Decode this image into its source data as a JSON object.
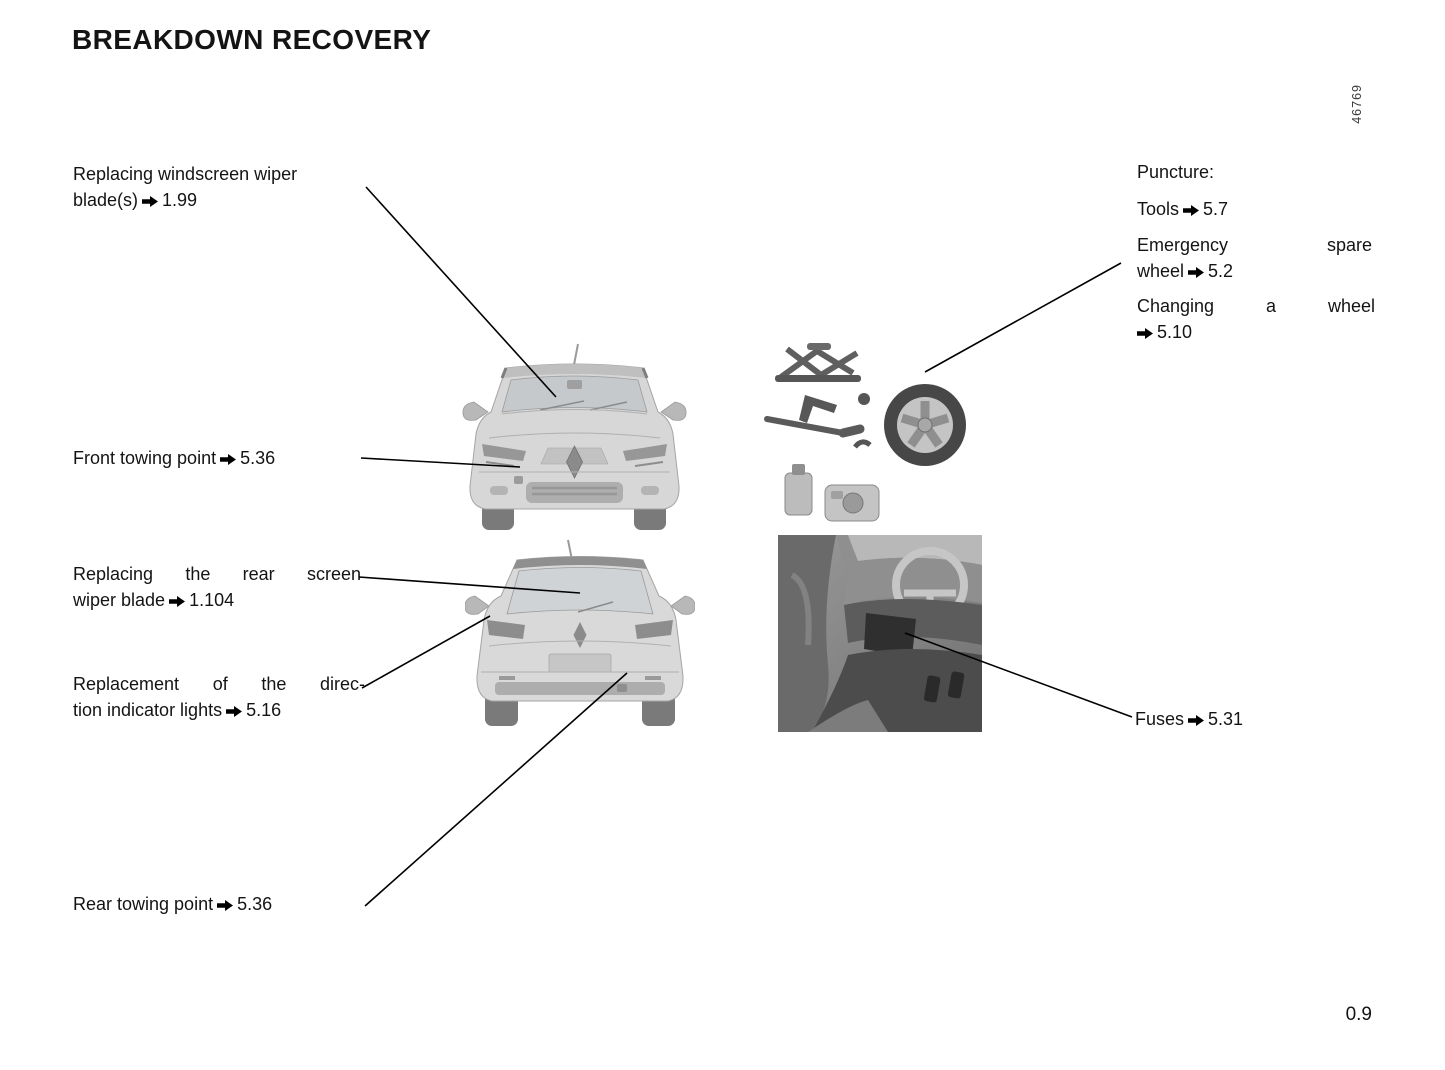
{
  "page": {
    "title": "BREAKDOWN RECOVERY",
    "figure_number": "46769",
    "page_number": "0.9"
  },
  "icons": {
    "ref_arrow": "solid-right-arrow"
  },
  "labels": {
    "windscreen_wiper": {
      "line1": "Replacing windscreen wiper",
      "line2": "blade(s)",
      "ref": "1.99"
    },
    "front_towing": {
      "text": "Front towing point",
      "ref": "5.36"
    },
    "rear_wiper": {
      "line1": "Replacing the rear screen",
      "line2": "wiper blade",
      "ref": "1.104"
    },
    "direction_indicators": {
      "line1": "Replacement of the direc-",
      "line2": "tion indicator lights",
      "ref": "5.16"
    },
    "rear_towing": {
      "text": "Rear towing point",
      "ref": "5.36"
    },
    "puncture": {
      "text": "Puncture:"
    },
    "tools": {
      "text": "Tools",
      "ref": "5.7"
    },
    "emergency_spare_wheel": {
      "line1": "Emergency spare",
      "line2": "wheel",
      "ref": "5.2"
    },
    "changing_wheel": {
      "line1": "Changing a wheel",
      "ref": "5.10"
    },
    "fuses": {
      "text": "Fuses",
      "ref": "5.31"
    }
  },
  "illustrations": {
    "front_view": "front-view-of-vehicle",
    "rear_view": "rear-view-of-vehicle",
    "tools_kit": "jack-tools-spare-wheel-inflation-kit",
    "interior": "driver-footwell-fuse-box-photo"
  }
}
